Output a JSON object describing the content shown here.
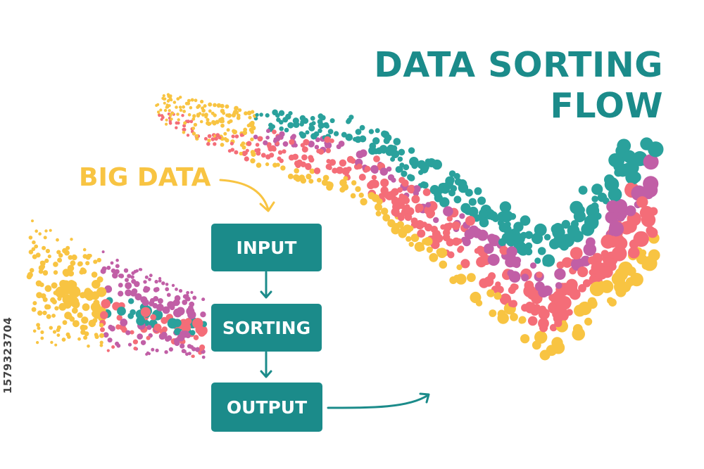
{
  "title": {
    "line1": "DATA SORTING",
    "line2": "FLOW"
  },
  "label": "BIG DATA",
  "steps": [
    "INPUT",
    "SORTING",
    "OUTPUT"
  ],
  "watermark": "1579323704",
  "colors": {
    "teal": "#1b8b8a",
    "yellow": "#f8c442",
    "pink": "#f46d78",
    "magenta": "#c15fa6",
    "dot_teal": "#2aa19c"
  }
}
